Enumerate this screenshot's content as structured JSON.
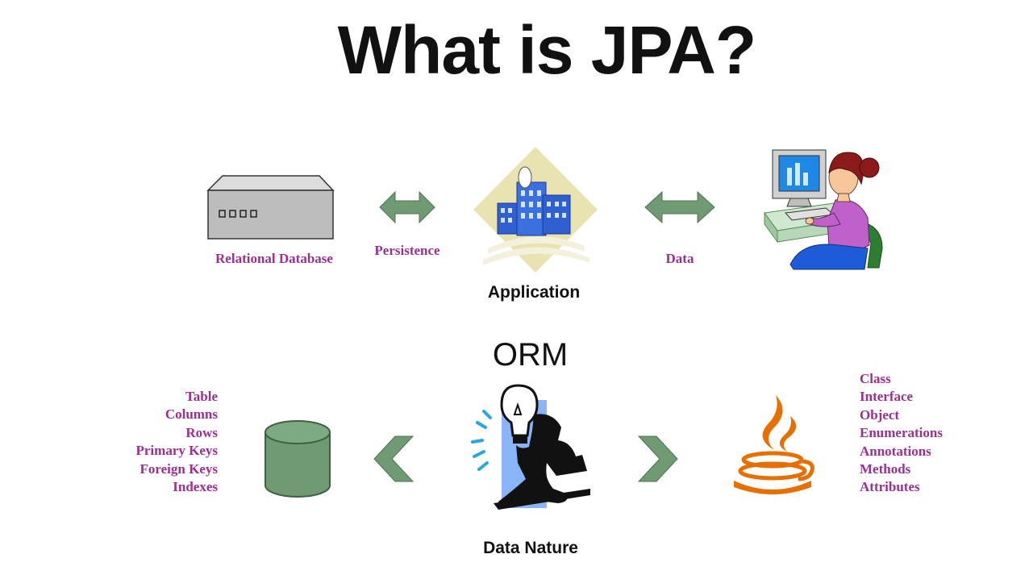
{
  "slide": {
    "title": "What is JPA?",
    "top_row": {
      "database_label": "Relational Database",
      "persistence_label": "Persistence",
      "application_label": "Application",
      "data_label": "Data"
    },
    "bottom_row": {
      "orm_label": "ORM",
      "data_nature_label": "Data Nature",
      "relational_items": [
        "Table",
        "Columns",
        "Rows",
        "Primary Keys",
        "Foreign Keys",
        "Indexes"
      ],
      "java_items": [
        "Class",
        "Interface",
        "Object",
        "Enumerations",
        "Annotations",
        "Methods",
        "Attributes"
      ]
    },
    "colors": {
      "label_purple": "#9b2f92",
      "arrow_green": "#6f9a72",
      "db_green": "#6f9a72",
      "java_orange": "#e76f00"
    },
    "icons": [
      "server-icon",
      "double-arrow-icon",
      "office-building-icon",
      "user-at-computer-icon",
      "database-cylinder-icon",
      "chevron-left-icon",
      "thinker-lightbulb-icon",
      "chevron-right-icon",
      "java-cup-icon"
    ]
  }
}
